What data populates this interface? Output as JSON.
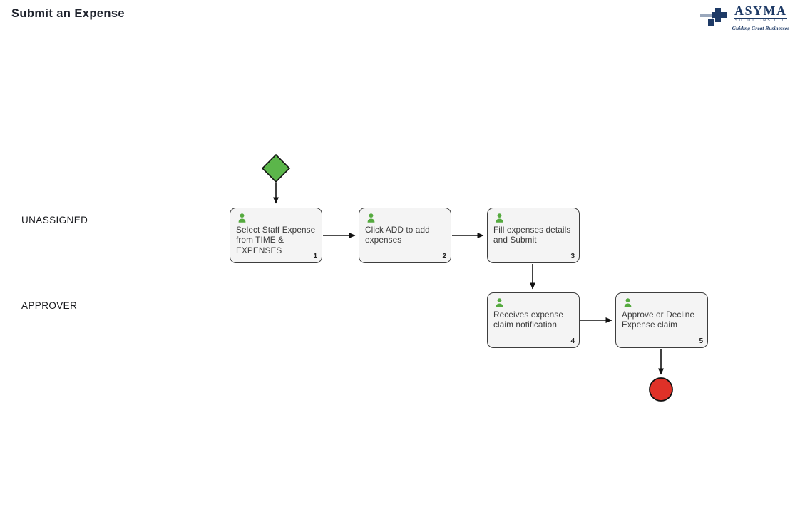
{
  "page": {
    "title": "Submit an Expense"
  },
  "logo": {
    "name": "ASYMA",
    "subtitle": "SOLUTIONS LTD",
    "tagline": "Guiding Great Businesses"
  },
  "lanes": [
    {
      "label": "UNASSIGNED"
    },
    {
      "label": "APPROVER"
    }
  ],
  "nodes": [
    {
      "number": "1",
      "label": "Select Staff Expense from TIME & EXPENSES",
      "lane": "UNASSIGNED"
    },
    {
      "number": "2",
      "label": "Click ADD to add expenses",
      "lane": "UNASSIGNED"
    },
    {
      "number": "3",
      "label": "Fill expenses details and Submit",
      "lane": "UNASSIGNED"
    },
    {
      "number": "4",
      "label": "Receives expense claim notification",
      "lane": "APPROVER"
    },
    {
      "number": "5",
      "label": "Approve or Decline Expense claim",
      "lane": "APPROVER"
    }
  ],
  "flow": {
    "start": "start-event",
    "end": "end-event",
    "edges": [
      [
        "start-event",
        "1"
      ],
      [
        "1",
        "2"
      ],
      [
        "2",
        "3"
      ],
      [
        "3",
        "4"
      ],
      [
        "4",
        "5"
      ],
      [
        "5",
        "end-event"
      ]
    ]
  },
  "colors": {
    "start_green": "#5bb64a",
    "end_red": "#df3128",
    "person_green": "#55aa3f",
    "node_border": "#3d3d3d",
    "node_fill": "#f4f4f4",
    "arrow_black": "#111111",
    "logo_navy": "#1e3a66",
    "logo_light": "#9aa8bc"
  }
}
